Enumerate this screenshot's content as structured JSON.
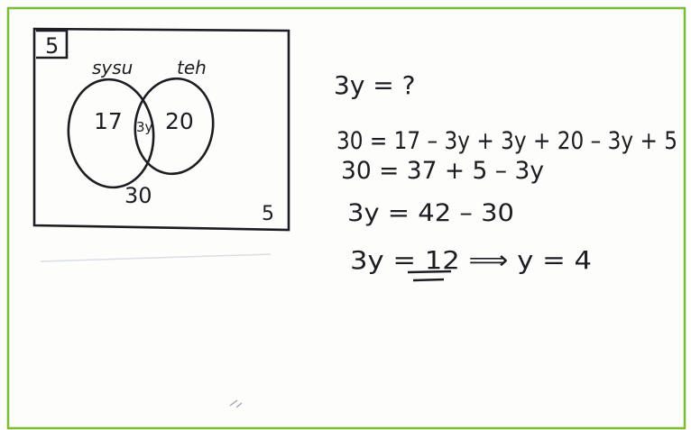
{
  "question_number": "5",
  "venn": {
    "set_a_label": "sysu",
    "set_b_label": "teh",
    "only_a": "17",
    "intersection": "3y",
    "only_b": "20",
    "below_circles": "30",
    "outside_corner": "5"
  },
  "working": {
    "line1": "3y = ?",
    "line2": "30 = 17 – 3y + 3y + 20 – 3y + 5",
    "line3": "30 = 37 + 5 – 3y",
    "line4": "3y = 42 – 30",
    "line5": "3y = 12 ⟹ y = 4"
  },
  "colors": {
    "ink": "#1c1c22",
    "border": "#7dbb34"
  }
}
